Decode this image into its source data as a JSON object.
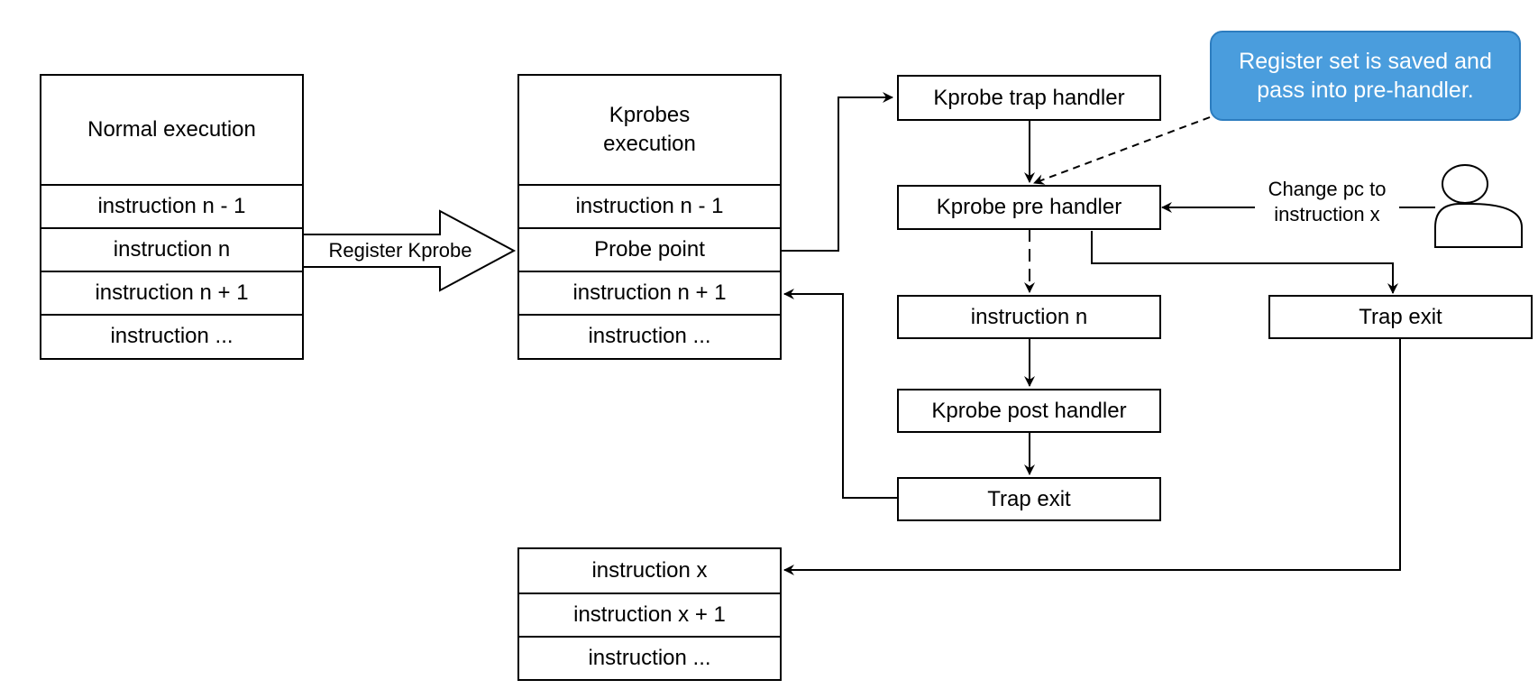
{
  "normal_stack": {
    "title": "Normal execution",
    "rows": [
      "instruction n - 1",
      "instruction n",
      "instruction n + 1",
      "instruction ..."
    ]
  },
  "register_arrow_label": "Register Kprobe",
  "kprobes_stack": {
    "title": "Kprobes execution",
    "rows": [
      "instruction n - 1",
      "Probe point",
      "instruction n + 1",
      "instruction ..."
    ]
  },
  "flow": {
    "trap_handler": "Kprobe trap handler",
    "pre_handler": "Kprobe pre handler",
    "instruction_n": "instruction n",
    "post_handler": "Kprobe post handler",
    "trap_exit_left": "Trap exit",
    "trap_exit_right": "Trap exit"
  },
  "note": "Register set is saved and pass into pre-handler.",
  "change_pc_label": "Change pc to instruction x",
  "x_stack": {
    "rows": [
      "instruction x",
      "instruction x + 1",
      "instruction ..."
    ]
  },
  "colors": {
    "note_fill": "#4a9ddd",
    "note_border": "#2d7dbf",
    "line": "#000000"
  },
  "icons": [
    "user-icon"
  ]
}
